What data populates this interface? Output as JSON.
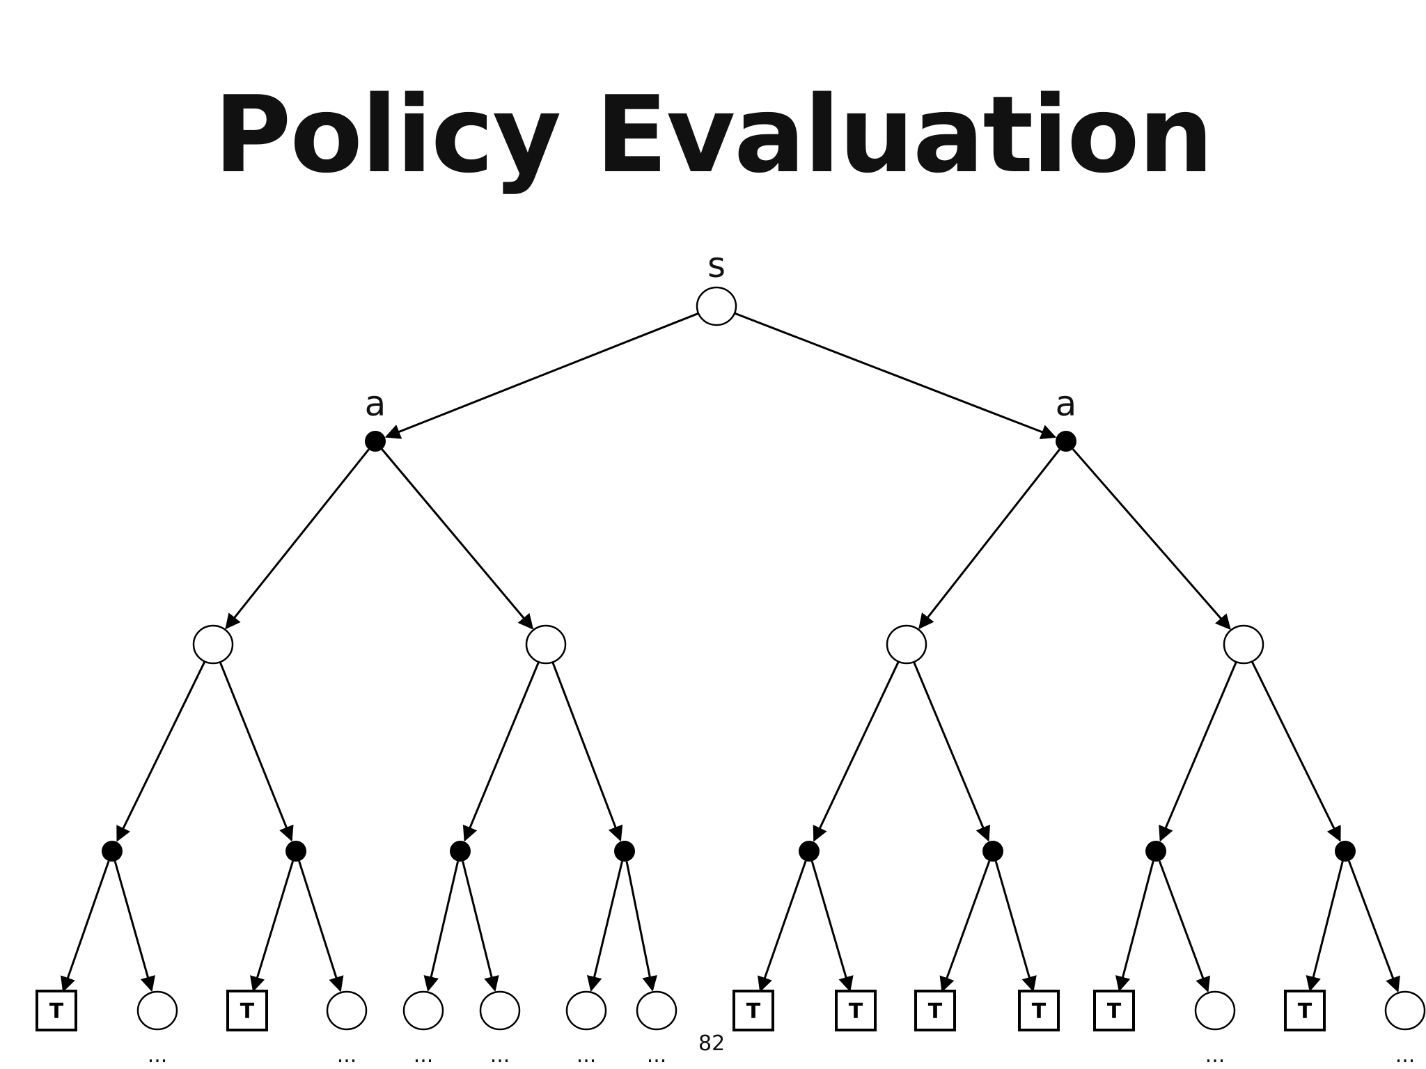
{
  "slide": {
    "title": "Policy Evaluation",
    "page_number": "82"
  },
  "tree": {
    "root_label": "s",
    "action_label": "a",
    "terminal_label": "T",
    "ellipsis": "...",
    "leaves": [
      {
        "kind": "terminal"
      },
      {
        "kind": "state",
        "ellipsis": true
      },
      {
        "kind": "terminal"
      },
      {
        "kind": "state",
        "ellipsis": true
      },
      {
        "kind": "state",
        "ellipsis": true
      },
      {
        "kind": "state",
        "ellipsis": true
      },
      {
        "kind": "state",
        "ellipsis": true
      },
      {
        "kind": "state",
        "ellipsis": true
      },
      {
        "kind": "terminal"
      },
      {
        "kind": "terminal"
      },
      {
        "kind": "terminal"
      },
      {
        "kind": "terminal"
      },
      {
        "kind": "terminal"
      },
      {
        "kind": "state",
        "ellipsis": true
      },
      {
        "kind": "terminal"
      },
      {
        "kind": "state",
        "ellipsis": true
      }
    ]
  }
}
